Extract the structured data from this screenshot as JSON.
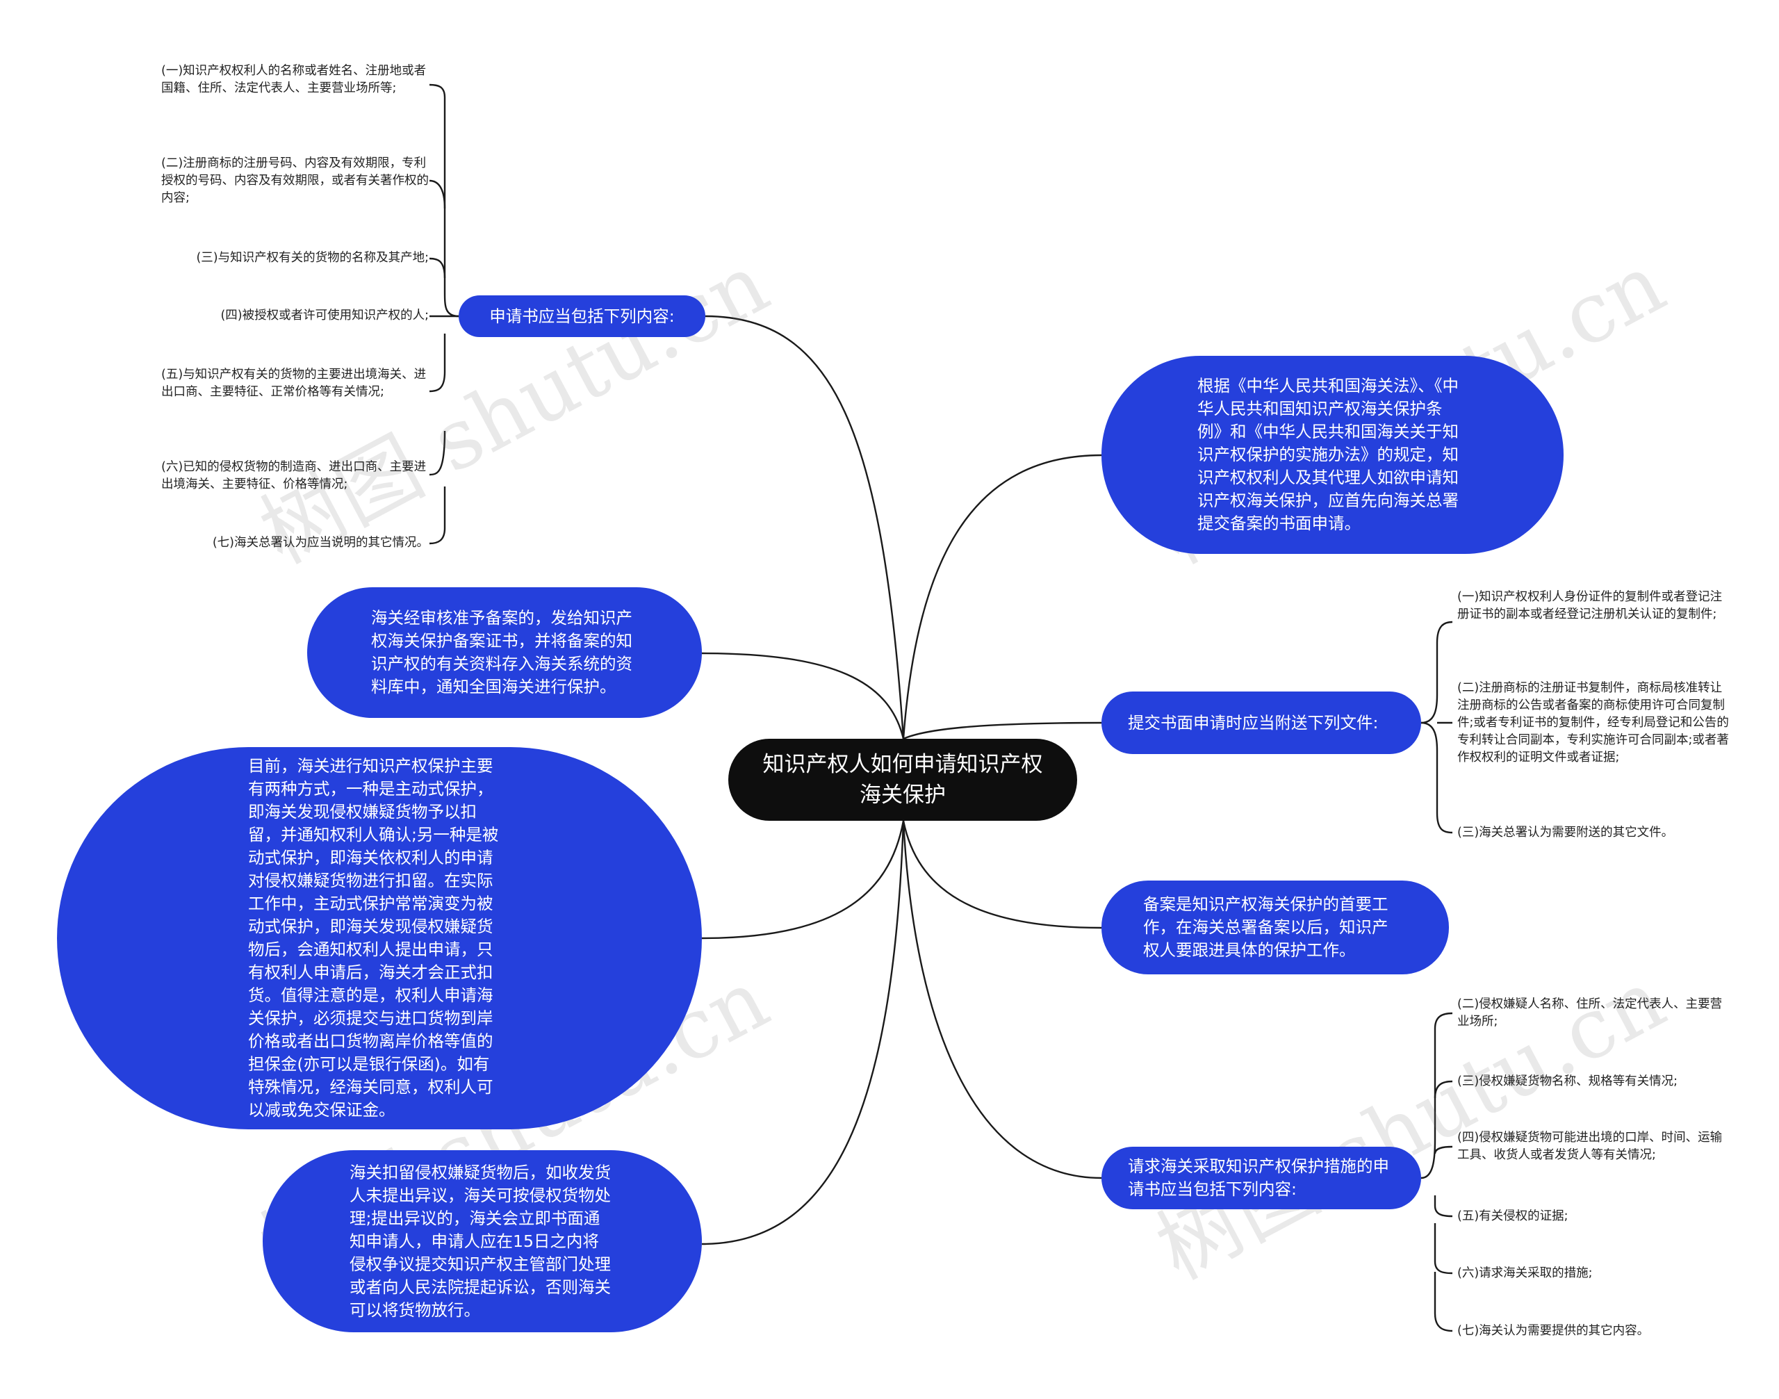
{
  "root": "知识产权人如何申请知识产权海关保护",
  "watermark": "树图 shutu.cn",
  "colors": {
    "root_bg": "#0e0e0e",
    "node_bg": "#2540dc",
    "node_text": "#ffffff",
    "leaf_text": "#222222",
    "line": "#1a1a1a"
  },
  "left": {
    "application_contents": {
      "label": "申请书应当包括下列内容:",
      "items": [
        "(一)知识产权权利人的名称或者姓名、注册地或者国籍、住所、法定代表人、主要营业场所等;",
        "(二)注册商标的注册号码、内容及有效期限，专利授权的号码、内容及有效期限，或者有关著作权的内容;",
        "(三)与知识产权有关的货物的名称及其产地;",
        "(四)被授权或者许可使用知识产权的人;",
        "(五)与知识产权有关的货物的主要进出境海关、进出口商、主要特征、正常价格等有关情况;",
        "(六)已知的侵权货物的制造商、进出口商、主要进出境海关、主要特征、价格等情况;",
        "(七)海关总署认为应当说明的其它情况。"
      ]
    },
    "certificate": "海关经审核准予备案的，发给知识产权海关保护备案证书，并将备案的知识产权的有关资料存入海关系统的资料库中，通知全国海关进行保护。",
    "two_modes": "目前，海关进行知识产权保护主要有两种方式，一种是主动式保护，即海关发现侵权嫌疑货物予以扣留，并通知权利人确认;另一种是被动式保护，即海关依权利人的申请对侵权嫌疑货物进行扣留。在实际工作中，主动式保护常常演变为被动式保护，即海关发现侵权嫌疑货物后，会通知权利人提出申请，只有权利人申请后，海关才会正式扣货。值得注意的是，权利人申请海关保护，必须提交与进口货物到岸价格或者出口货物离岸价格等值的担保金(亦可以是银行保函)。如有特殊情况，经海关同意，权利人可以减或免交保证金。",
    "detention": "海关扣留侵权嫌疑货物后，如收发货人未提出异议，海关可按侵权货物处理;提出异议的，海关会立即书面通知申请人，申请人应在15日之内将侵权争议提交知识产权主管部门处理或者向人民法院提起诉讼，否则海关可以将货物放行。"
  },
  "right": {
    "basis": "根据《中华人民共和国海关法》、《中华人民共和国知识产权海关保护条例》和《中华人民共和国海关关于知识产权保护的实施办法》的规定，知识产权权利人及其代理人如欲申请知识产权海关保护，应首先向海关总署提交备案的书面申请。",
    "attachments": {
      "label": "提交书面申请时应当附送下列文件:",
      "items": [
        "(一)知识产权权利人身份证件的复制件或者登记注册证书的副本或者经登记注册机关认证的复制件;",
        "(二)注册商标的注册证书复制件，商标局核准转让注册商标的公告或者备案的商标使用许可合同复制件;或者专利证书的复制件，经专利局登记和公告的专利转让合同副本，专利实施许可合同副本;或者著作权权利的证明文件或者证据;",
        "(三)海关总署认为需要附送的其它文件。"
      ]
    },
    "filing_first": "备案是知识产权海关保护的首要工作，在海关总署备案以后，知识产权人要跟进具体的保护工作。",
    "measures": {
      "label": "请求海关采取知识产权保护措施的申请书应当包括下列内容:",
      "items": [
        "(二)侵权嫌疑人名称、住所、法定代表人、主要营业场所;",
        "(三)侵权嫌疑货物名称、规格等有关情况;",
        "(四)侵权嫌疑货物可能进出境的口岸、时间、运输工具、收货人或者发货人等有关情况;",
        "(五)有关侵权的证据;",
        "(六)请求海关采取的措施;",
        "(七)海关认为需要提供的其它内容。"
      ]
    }
  }
}
